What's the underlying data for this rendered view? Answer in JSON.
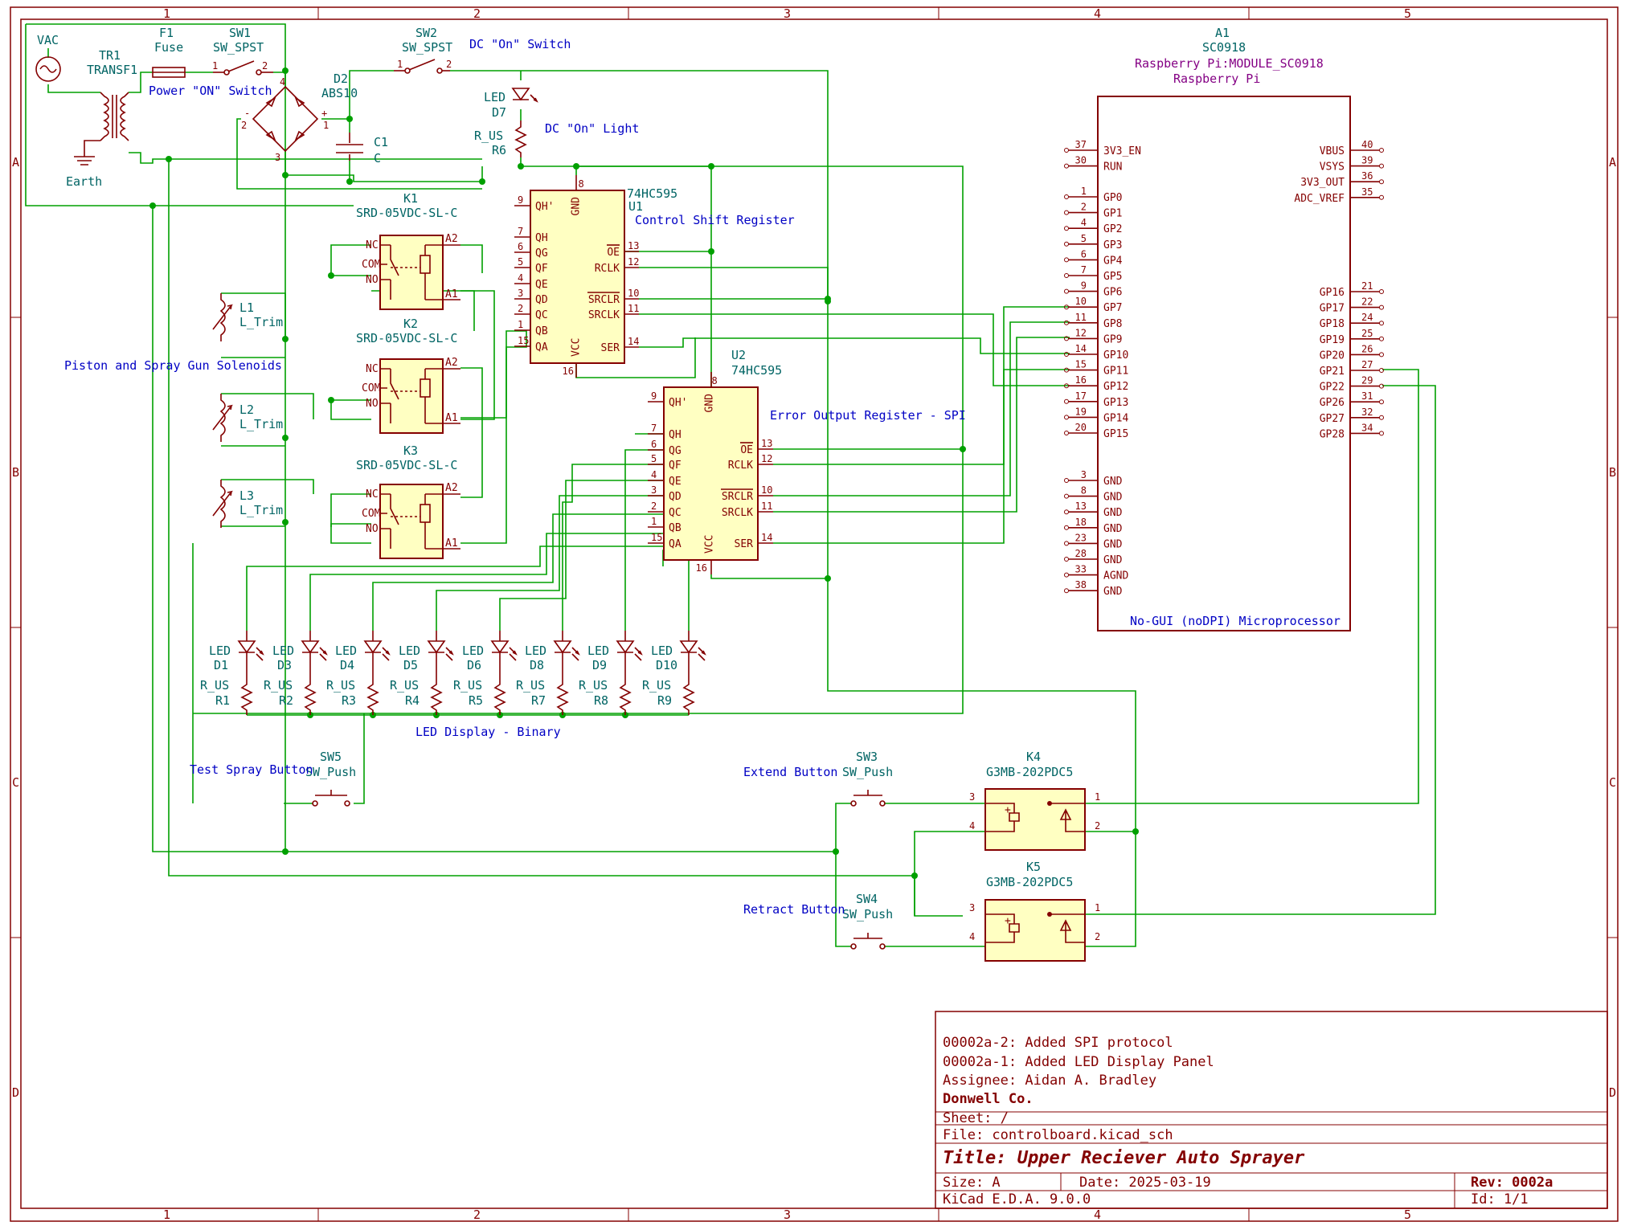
{
  "frame": {
    "columns": [
      "1",
      "2",
      "3",
      "4",
      "5"
    ],
    "rows": [
      "A",
      "B",
      "C",
      "D"
    ]
  },
  "components": {
    "vac": {
      "ref": "VAC"
    },
    "tr1": {
      "ref": "TR1",
      "value": "TRANSF1"
    },
    "earth": {
      "value": "Earth"
    },
    "f1": {
      "ref": "F1",
      "value": "Fuse"
    },
    "sw1": {
      "ref": "SW1",
      "value": "SW_SPST"
    },
    "sw2": {
      "ref": "SW2",
      "value": "SW_SPST"
    },
    "d2": {
      "ref": "D2",
      "value": "ABS10"
    },
    "c1": {
      "ref": "C1",
      "value": "C"
    },
    "d7": {
      "ref": "D7",
      "value": "LED"
    },
    "r6": {
      "ref": "R6",
      "value": "R_US"
    },
    "u1": {
      "ref": "U1",
      "value": "74HC595"
    },
    "u2": {
      "ref": "U2",
      "value": "74HC595"
    },
    "k1": {
      "ref": "K1",
      "value": "SRD-05VDC-SL-C"
    },
    "k2": {
      "ref": "K2",
      "value": "SRD-05VDC-SL-C"
    },
    "k3": {
      "ref": "K3",
      "value": "SRD-05VDC-SL-C"
    },
    "l1": {
      "ref": "L1",
      "value": "L_Trim"
    },
    "l2": {
      "ref": "L2",
      "value": "L_Trim"
    },
    "l3": {
      "ref": "L3",
      "value": "L_Trim"
    },
    "a1": {
      "ref": "A1",
      "value": "SC0918",
      "footprint": "Raspberry Pi:MODULE_SC0918",
      "desc": "Raspberry Pi",
      "label": "No-GUI (noDPI) Microprocessor"
    },
    "sw3": {
      "ref": "SW3",
      "value": "SW_Push"
    },
    "sw4": {
      "ref": "SW4",
      "value": "SW_Push"
    },
    "sw5": {
      "ref": "SW5",
      "value": "SW_Push"
    },
    "k4": {
      "ref": "K4",
      "value": "G3MB-202PDC5"
    },
    "k5": {
      "ref": "K5",
      "value": "G3MB-202PDC5"
    },
    "leds": [
      {
        "led": "D1",
        "res": "R1"
      },
      {
        "led": "D3",
        "res": "R2"
      },
      {
        "led": "D4",
        "res": "R3"
      },
      {
        "led": "D5",
        "res": "R4"
      },
      {
        "led": "D6",
        "res": "R5"
      },
      {
        "led": "D8",
        "res": "R7"
      },
      {
        "led": "D9",
        "res": "R8"
      },
      {
        "led": "D10",
        "res": "R9"
      }
    ],
    "led_value": "LED",
    "res_value": "R_US"
  },
  "notes": {
    "power_on": "Power \"ON\" Switch",
    "dc_on": "DC \"On\" Switch",
    "dc_light": "DC \"On\" Light",
    "control_sr": "Control Shift Register",
    "error_sr": "Error Output Register - SPI",
    "solenoids": "Piston and Spray Gun Solenoids",
    "led_display": "LED Display - Binary",
    "test_spray": "Test Spray Button",
    "extend": "Extend Button",
    "retract": "Retract Button"
  },
  "pi_pins": {
    "left_top": [
      [
        "37",
        "3V3_EN"
      ],
      [
        "30",
        "RUN"
      ]
    ],
    "left_gp": [
      [
        "1",
        "GP0"
      ],
      [
        "2",
        "GP1"
      ],
      [
        "4",
        "GP2"
      ],
      [
        "5",
        "GP3"
      ],
      [
        "6",
        "GP4"
      ],
      [
        "7",
        "GP5"
      ],
      [
        "9",
        "GP6"
      ],
      [
        "10",
        "GP7"
      ],
      [
        "11",
        "GP8"
      ],
      [
        "12",
        "GP9"
      ],
      [
        "14",
        "GP10"
      ],
      [
        "15",
        "GP11"
      ],
      [
        "16",
        "GP12"
      ],
      [
        "17",
        "GP13"
      ],
      [
        "19",
        "GP14"
      ],
      [
        "20",
        "GP15"
      ]
    ],
    "left_gnd": [
      [
        "3",
        "GND"
      ],
      [
        "8",
        "GND"
      ],
      [
        "13",
        "GND"
      ],
      [
        "18",
        "GND"
      ],
      [
        "23",
        "GND"
      ],
      [
        "28",
        "GND"
      ],
      [
        "33",
        "AGND"
      ],
      [
        "38",
        "GND"
      ]
    ],
    "right_top": [
      [
        "40",
        "VBUS"
      ],
      [
        "39",
        "VSYS"
      ],
      [
        "36",
        "3V3_OUT"
      ],
      [
        "35",
        "ADC_VREF"
      ]
    ],
    "right_gp": [
      [
        "21",
        "GP16"
      ],
      [
        "22",
        "GP17"
      ],
      [
        "24",
        "GP18"
      ],
      [
        "25",
        "GP19"
      ],
      [
        "26",
        "GP20"
      ],
      [
        "27",
        "GP21"
      ],
      [
        "29",
        "GP22"
      ],
      [
        "31",
        "GP26"
      ],
      [
        "32",
        "GP27"
      ],
      [
        "34",
        "GP28"
      ]
    ]
  },
  "sr_pins": {
    "left": [
      [
        "9",
        "QH'"
      ],
      [
        "7",
        "QH"
      ],
      [
        "6",
        "QG"
      ],
      [
        "5",
        "QF"
      ],
      [
        "4",
        "QE"
      ],
      [
        "3",
        "QD"
      ],
      [
        "2",
        "QC"
      ],
      [
        "1",
        "QB"
      ],
      [
        "15",
        "QA"
      ]
    ],
    "right": [
      [
        "13",
        "OE"
      ],
      [
        "12",
        "RCLK"
      ],
      [
        "10",
        "SRCLR"
      ],
      [
        "11",
        "SRCLK"
      ],
      [
        "14",
        "SER"
      ]
    ],
    "gnd": [
      "8",
      "GND"
    ],
    "vcc": [
      "16",
      "VCC"
    ]
  },
  "title_block": {
    "rev_note_2": "00002a-2: Added SPI protocol",
    "rev_note_1": "00002a-1: Added LED Display Panel",
    "assignee": "Assignee: Aidan A. Bradley",
    "company": "Donwell Co.",
    "sheet": "Sheet: /",
    "file": "File: controlboard.kicad_sch",
    "title": "Title: Upper Reciever Auto Sprayer",
    "size": "Size: A",
    "date": "Date: 2025-03-19",
    "rev": "Rev: 0002a",
    "tool": "KiCad E.D.A. 9.0.0",
    "id": "Id: 1/1"
  },
  "colors": {
    "border": "#840000",
    "wire": "#00a000",
    "body": "#ffffc2",
    "ref": "#006464",
    "note": "#0000c4",
    "purple": "#840084"
  }
}
